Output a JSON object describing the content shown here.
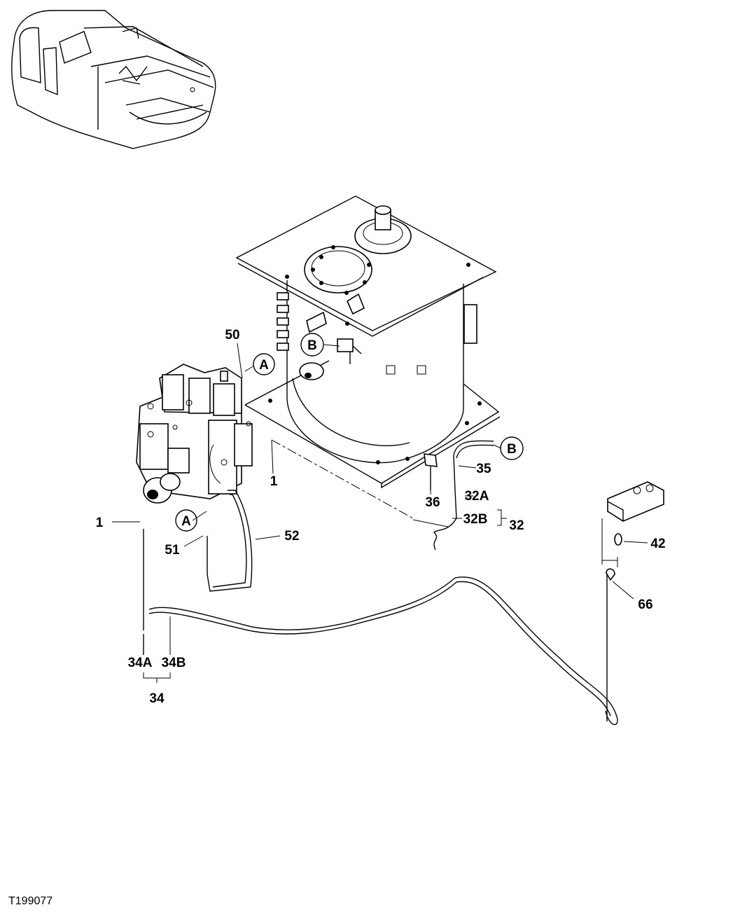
{
  "callouts": {
    "c1_right": "1",
    "c1_left": "1",
    "c32": "32",
    "c32a": "32A",
    "c32b": "32B",
    "c34": "34",
    "c34a": "34A",
    "c34b": "34B",
    "c35": "35",
    "c36": "36",
    "c42": "42",
    "c50": "50",
    "c51": "51",
    "c52": "52",
    "c66": "66"
  },
  "refs": {
    "a_top": "A",
    "a_bottom": "A",
    "b_left": "B",
    "b_right": "B"
  },
  "figure_id": "T199077"
}
